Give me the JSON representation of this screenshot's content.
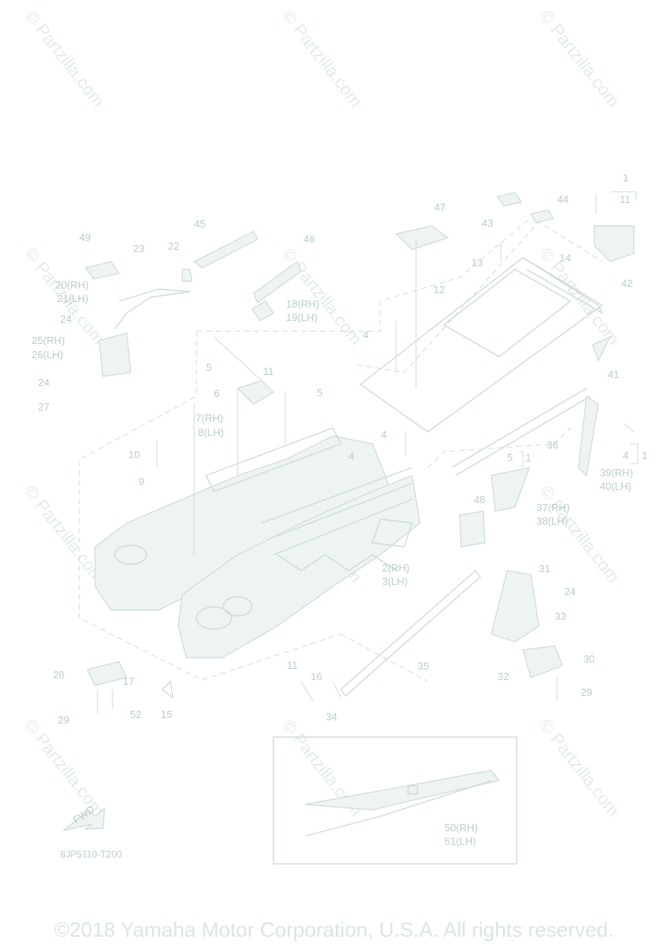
{
  "watermark_text": "© Partzilla.com",
  "diagram_code": "8JP5110-T200",
  "copyright": "©2018 Yamaha Motor Corporation, U.S.A. All rights reserved.",
  "fwd_label": "FWD",
  "callouts": [
    "1",
    "11",
    "44",
    "47",
    "43",
    "45",
    "49",
    "46",
    "22",
    "23",
    "13",
    "14",
    "42",
    "20(RH)",
    "21(LH)",
    "18(RH)",
    "19(LH)",
    "12",
    "24",
    "25(RH)",
    "26(LH)",
    "4",
    "41",
    "5",
    "11",
    "6",
    "5",
    "24",
    "27",
    "7(RH)",
    "8(LH)",
    "36",
    "4",
    "10",
    "5",
    "1",
    "4",
    "4",
    "1",
    "9",
    "39(RH)",
    "40(LH)",
    "48",
    "37(RH)",
    "38(LH)",
    "2(RH)",
    "3(LH)",
    "31",
    "24",
    "33",
    "30",
    "35",
    "11",
    "28",
    "16",
    "17",
    "32",
    "29",
    "29",
    "52",
    "15",
    "34",
    "50(RH)",
    "51(LH)"
  ]
}
